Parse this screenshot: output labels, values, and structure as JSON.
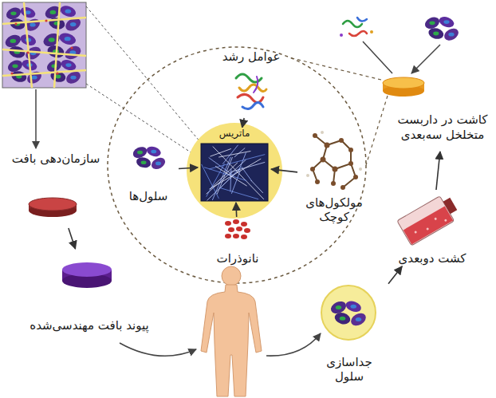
{
  "diagram": {
    "nodes": [
      {
        "text": [
          "عوامل رشد"
        ]
      },
      {
        "text": [
          "ماتریس"
        ]
      },
      {
        "text": [
          "سلول‌ها"
        ]
      },
      {
        "text": [
          "مولکول‌های کوچک"
        ]
      },
      {
        "text": [
          "نانوذرات"
        ]
      },
      {
        "text": [
          "کاشت در داربست متخلخل سه‌بعدی"
        ]
      },
      {
        "text": [
          "کشت دوبعدی"
        ]
      },
      {
        "text": [
          "جداسازی سلول"
        ]
      },
      {
        "text": [
          "سازمان‌دهی بافت"
        ]
      },
      {
        "text": [
          "پیوند بافت مهندسی‌شده"
        ]
      }
    ],
    "edges": [
      {
        "from": 0,
        "to": 1,
        "arrow": "to"
      },
      {
        "from": 2,
        "to": 1,
        "arrow": "to"
      },
      {
        "from": 3,
        "to": 1,
        "arrow": "to"
      },
      {
        "from": 4,
        "to": 1,
        "arrow": "to"
      },
      {
        "from": 7,
        "to": 6,
        "arrow": "to"
      },
      {
        "from": 6,
        "to": 5,
        "arrow": "to"
      },
      {
        "from": 8,
        "to": 9,
        "arrow": "to"
      }
    ]
  }
}
